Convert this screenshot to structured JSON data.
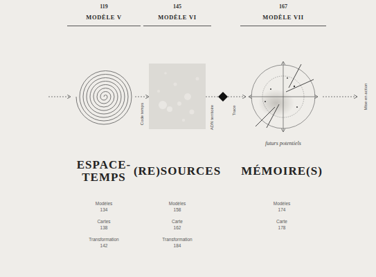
{
  "diagram": {
    "nodes": [
      {
        "text": [
          "119",
          "MODÈLE V"
        ]
      },
      {
        "text": [
          "145",
          "MODÈLE VI"
        ]
      },
      {
        "text": [
          "167",
          "MODÈLE VII"
        ]
      }
    ],
    "edges": [
      {
        "from": 0,
        "to": 1,
        "arrow": "to",
        "label": "Code temps"
      },
      {
        "from": 1,
        "to": 2,
        "arrow": "to",
        "label": "ADN territoire"
      }
    ],
    "labels": [
      "Trace",
      "futurs potentiels",
      "Mise en action",
      "ESPACE-TEMPS",
      "(RE)SOURCES",
      "MÉMOIRE(S)",
      "Modèles",
      "134",
      "Cartes",
      "138",
      "Transformation",
      "142",
      "Modèles",
      "158",
      "Carte",
      "162",
      "Transformation",
      "184",
      "Modèles",
      "174",
      "Carte",
      "178"
    ]
  }
}
